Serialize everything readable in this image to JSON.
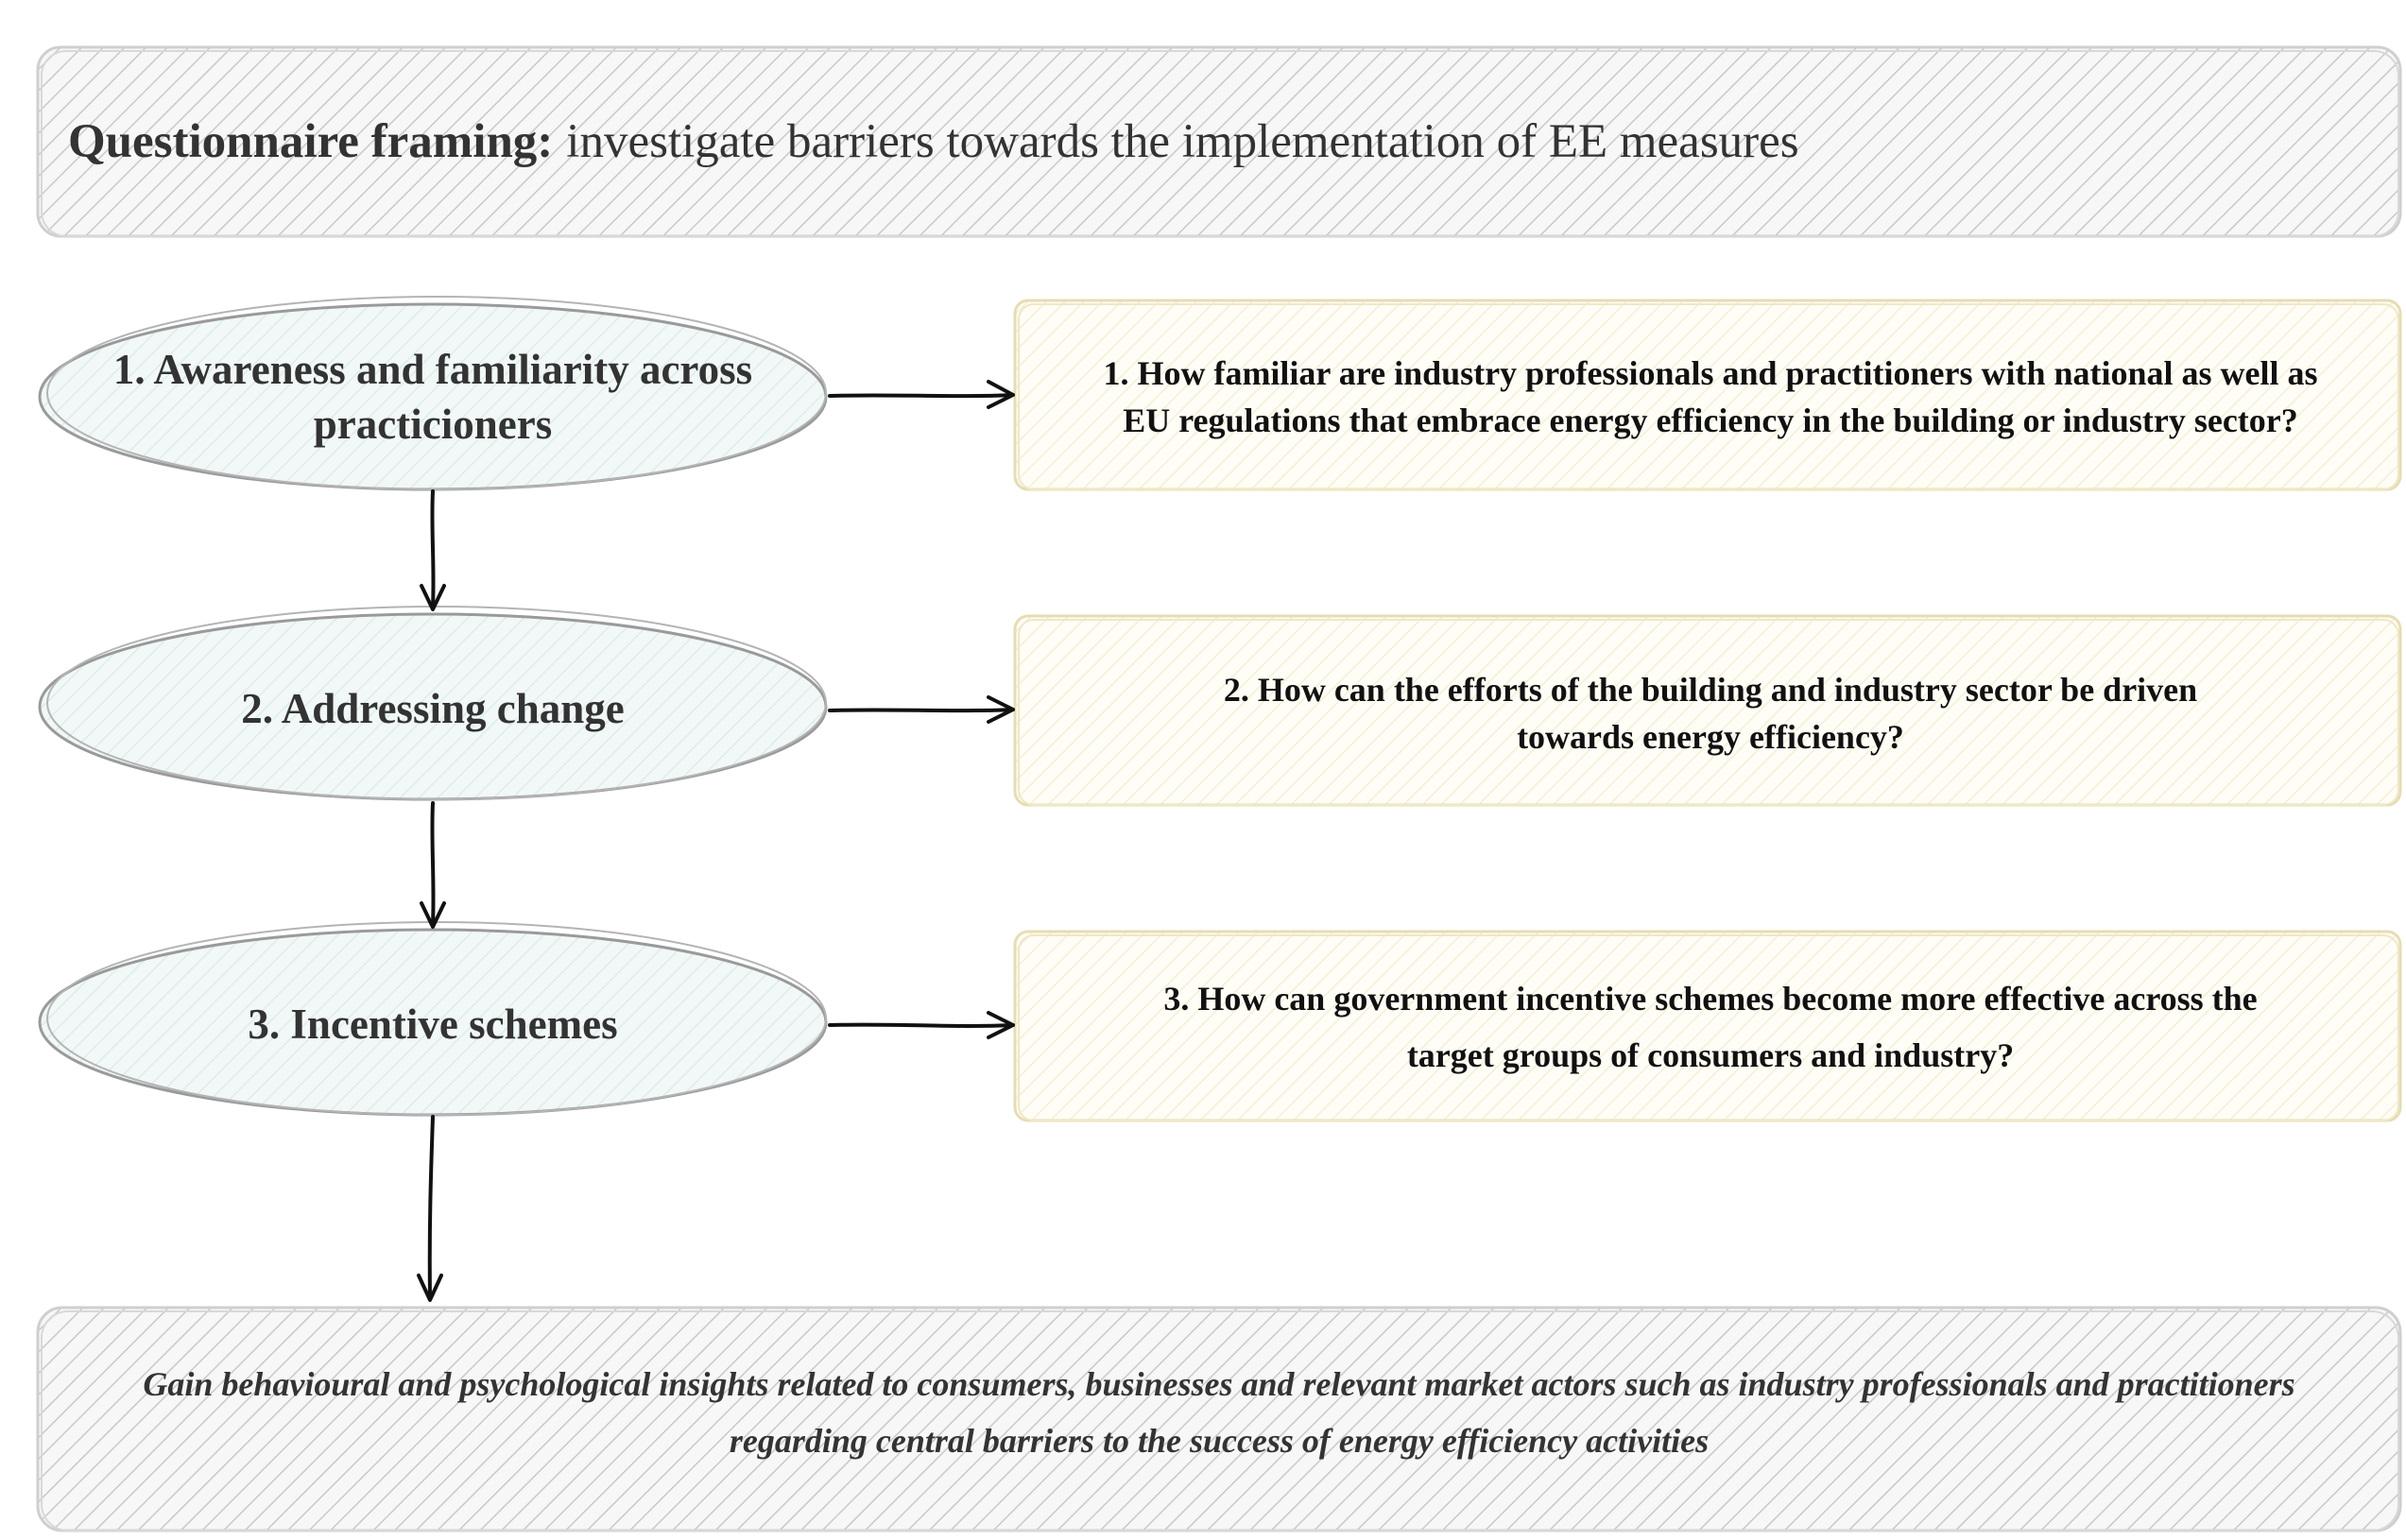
{
  "colors": {
    "panel_fill": "#f6f6f6",
    "panel_stroke": "#cfcfcf",
    "ellipse_fill": "#eef6f5",
    "ellipse_stroke": "#9a9a9a",
    "question_fill": "#fffdf3",
    "question_stroke": "#e8dfb6",
    "arrow": "#111111"
  },
  "header": {
    "lead": "Questionnaire framing:",
    "text": "investigate barriers towards the implementation of EE measures"
  },
  "stages": [
    {
      "label": "1. Awareness and familiarity across practicioners"
    },
    {
      "label": "2. Addressing change"
    },
    {
      "label": "3. Incentive schemes"
    }
  ],
  "questions": [
    {
      "text": "1. How familiar are industry professionals and practitioners with national as well as EU regulations that embrace energy efficiency in the building or industry sector?"
    },
    {
      "text": "2. How can the efforts of the building and industry sector be driven towards energy efficiency?"
    },
    {
      "text": "3. How can government incentive schemes become more effective across the target groups of consumers and industry?"
    }
  ],
  "footer": {
    "text": "Gain behavioural and psychological insights related to consumers, businesses and relevant market actors such as industry professionals and practitioners regarding central barriers to the success of energy efficiency activities"
  }
}
